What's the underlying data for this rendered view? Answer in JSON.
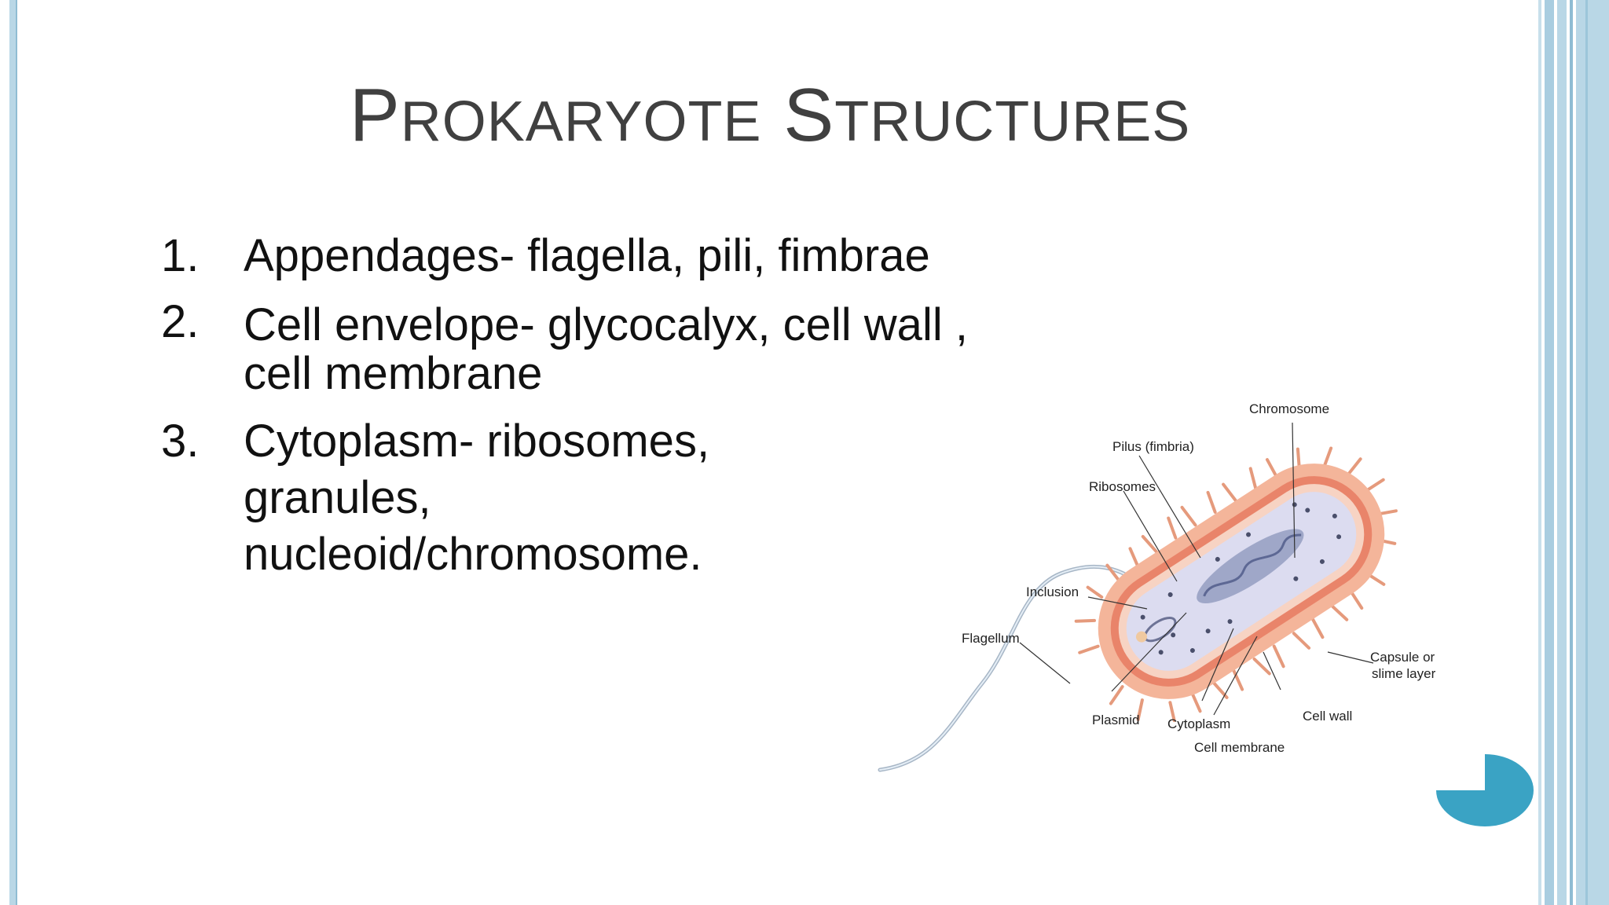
{
  "slide": {
    "title": {
      "first_cap": "P",
      "first_rest": "ROKARYOTE",
      "second_cap": "S",
      "second_rest": "TRUCTURES"
    },
    "list": [
      {
        "num": "1.",
        "lines": [
          "Appendages- flagella, pili, fimbrae"
        ]
      },
      {
        "num": "2.",
        "lines": [
          "Cell envelope- glycocalyx, cell wall ,",
          "cell  membrane"
        ]
      },
      {
        "num": "3.",
        "lines": [
          "Cytoplasm- ribosomes,",
          "granules,",
          "nucleoid/chromosome."
        ]
      }
    ]
  },
  "diagram": {
    "labels": {
      "chromosome": "Chromosome",
      "pilus": "Pilus (fimbria)",
      "ribosomes": "Ribosomes",
      "inclusion": "Inclusion",
      "flagellum": "Flagellum",
      "capsule_line1": "Capsule or",
      "capsule_line2": "slime layer",
      "plasmid": "Plasmid",
      "cytoplasm": "Cytoplasm",
      "cell_wall": "Cell wall",
      "cell_membrane": "Cell membrane"
    }
  },
  "colors": {
    "stripe_light": "#b9d7e6",
    "stripe_mid": "#8fbcd3",
    "accent_teal": "#3aa3c4",
    "capsule": "#f4b59a",
    "wall": "#e9846a",
    "cytoplasm": "#dcdcf0"
  }
}
